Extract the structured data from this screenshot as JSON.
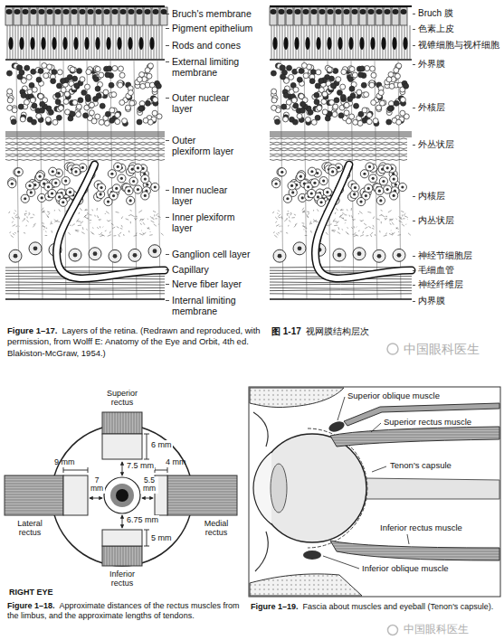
{
  "diagram": {
    "labels": [
      "Bruch's membrane",
      "Pigment epithelium",
      "Rods and cones",
      "External limiting membrane",
      "Outer nuclear layer",
      "Outer plexiform layer",
      "Inner nuclear layer",
      "Inner plexiform layer",
      "Ganglion cell layer",
      "Capillary",
      "Nerve fiber layer",
      "Internal limiting membrane",
      "Bruch 膜",
      "色素上皮",
      "视锥细胞与视杆细胞",
      "外界膜",
      "外核层",
      "外丛状层",
      "内核层",
      "内丛状层",
      "神经节细胞层",
      "毛细血管",
      "神经纤维层",
      "内界膜",
      "Figure 1–17.",
      "Layers of the retina. (Redrawn and reproduced, with permission, from Wolff E: Anatomy of the Eye and Orbit, 4th ed. Blakiston-McGraw, 1954.)",
      "图 1-17",
      "视网膜结构层次",
      "中国眼科医生",
      "Superior rectus",
      "6 mm",
      "7.5 mm",
      "9 mm",
      "7 mm",
      "4 mm",
      "5.5 mm",
      "Lateral rectus",
      "Medial rectus",
      "6.75 mm",
      "5 mm",
      "Inferior rectus",
      "RIGHT EYE",
      "Figure 1–18.",
      "Approximate distances of the rectus muscles from the limbus, and the approximate lengths of tendons.",
      "Superior oblique muscle",
      "Superior rectus muscle",
      "Tenon's capsule",
      "Inferior rectus muscle",
      "Inferior oblique muscle",
      "Figure 1–19.",
      "Fascia about muscles and eyeball (Tenon's capsule).",
      "中国眼科医生"
    ]
  }
}
